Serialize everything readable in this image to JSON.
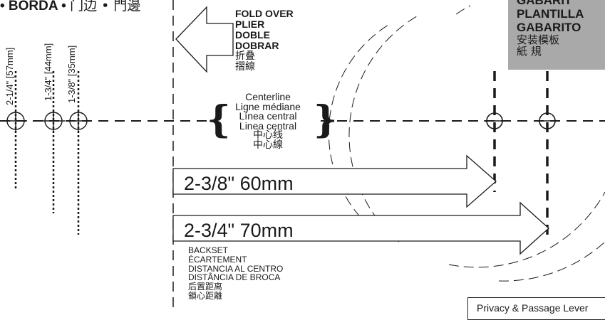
{
  "edge_label": {
    "text": "• BORDA • ",
    "cn": "门边 • 門邊"
  },
  "tick_labels": [
    "2-1/4\" [57mm]",
    "1-3/4\" [44mm]",
    "1-3/8\" [35mm]"
  ],
  "fold": {
    "lines": [
      "FOLD OVER",
      "PLIER",
      "DOBLE",
      "DOBRAR"
    ],
    "cn": [
      "折叠",
      "摺線"
    ]
  },
  "centerline": {
    "lines": [
      "Centerline",
      "Ligne médiane",
      "Línea central",
      "Linea central"
    ],
    "cn": [
      "中心线",
      "中心線"
    ]
  },
  "dims": [
    {
      "label": "2-3/8\" 60mm"
    },
    {
      "label": "2-3/4\" 70mm"
    }
  ],
  "backset": {
    "lines": [
      "BACKSET",
      "ÉCARTEMENT",
      "DISTANCIA AL CENTRO",
      "DISTÂNCIA DE BROCA"
    ],
    "cn": [
      "后置距离",
      "鎖心距離"
    ]
  },
  "template": {
    "lines": [
      "GABARIT",
      "PLANTILLA",
      "GABARITO"
    ],
    "cn": [
      "安装模板",
      "紙 規"
    ]
  },
  "privacy": "Privacy & Passage Lever",
  "colors": {
    "ink": "#1a1a1a",
    "template_bg": "#a9a9a9"
  }
}
